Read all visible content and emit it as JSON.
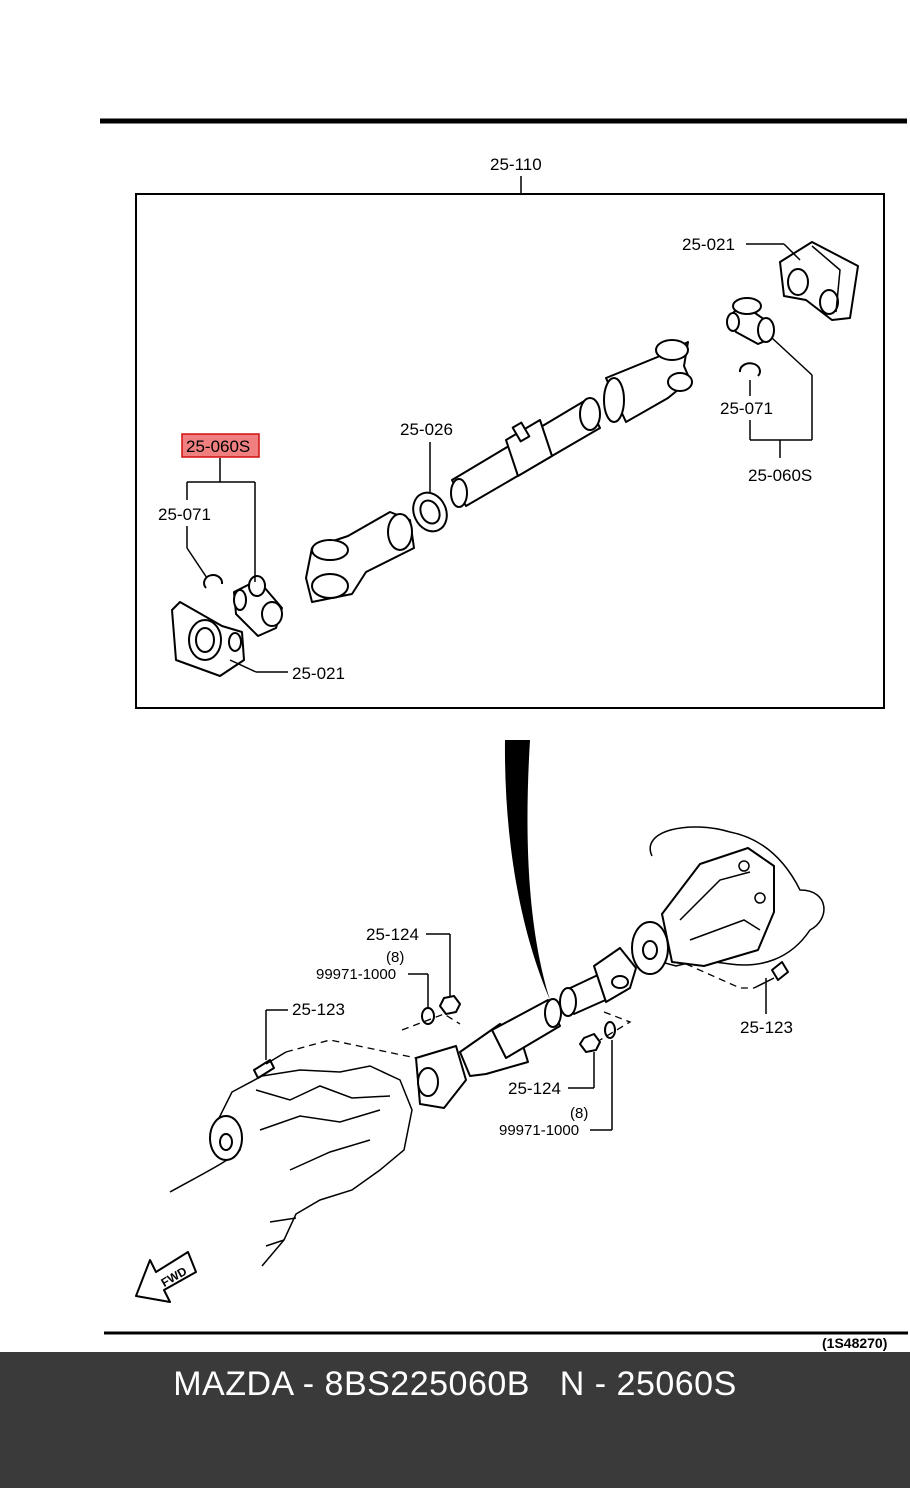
{
  "diagram": {
    "assembly_label": "25-110",
    "highlighted_label": "25-060S",
    "labels": {
      "flange_top": "25-021",
      "snapring_right": "25-071",
      "joint_right": "25-060S",
      "seal": "25-026",
      "snapring_left": "25-071",
      "flange_bottom": "25-021",
      "nut_left": "25-124",
      "qty_left": "(8)",
      "washer_left": "99971-1000",
      "bolt_left": "25-123",
      "bolt_right": "25-123",
      "nut_right": "25-124",
      "qty_right": "(8)",
      "washer_right": "99971-1000",
      "fwd": "FWD",
      "figure_number": "(1S48270)"
    }
  },
  "footer": {
    "caption": "MAZDA - 8BS225060B   N - 25060S"
  },
  "colors": {
    "highlight_fill": "#f08080",
    "highlight_stroke": "#d01010",
    "footer_bg": "#3a3a3a"
  }
}
